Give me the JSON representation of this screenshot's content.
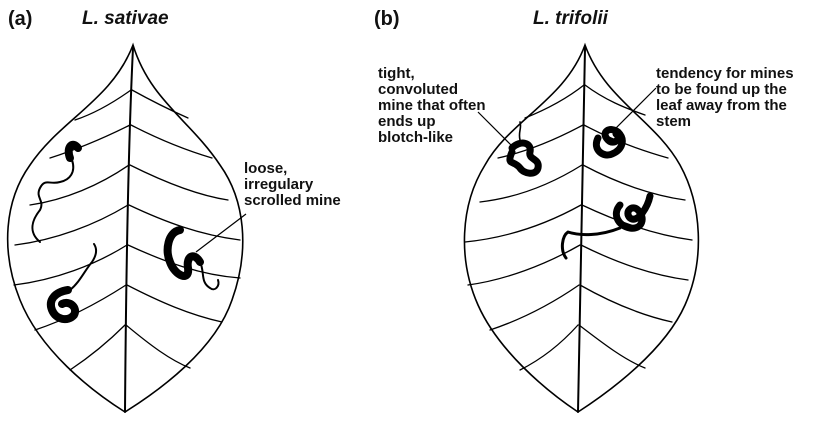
{
  "panels": [
    {
      "letter": "(a)",
      "species": "L. sativae",
      "annotation": [
        "loose,",
        "irregulary",
        "scrolled mine"
      ]
    },
    {
      "letter": "(b)",
      "species": "L. trifolii",
      "annotation_left": [
        "tight,",
        "convoluted",
        "mine that often",
        "ends up",
        "blotch-like"
      ],
      "annotation_right": [
        "tendency for mines",
        "to be found up the",
        "leaf away from the",
        "stem"
      ]
    }
  ]
}
